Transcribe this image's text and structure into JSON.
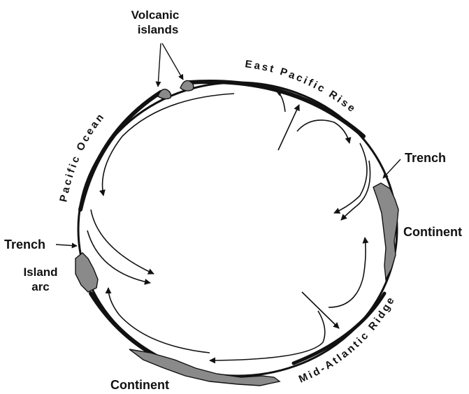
{
  "labels": {
    "volcanic_islands_line1": "Volcanic",
    "volcanic_islands_line2": "islands",
    "east_pacific_rise": "East Pacific Rise",
    "pacific_ocean": "Pacific Ocean",
    "trench_right": "Trench",
    "continent_right": "Continent",
    "trench_left": "Trench",
    "island_arc_line1": "Island",
    "island_arc_line2": "arc",
    "mid_atlantic_ridge": "Mid-Atlantic Ridge",
    "continent_bottom": "Continent"
  },
  "colors": {
    "line": "#111111",
    "landmass": "#8a8a8a",
    "background": "#ffffff"
  }
}
